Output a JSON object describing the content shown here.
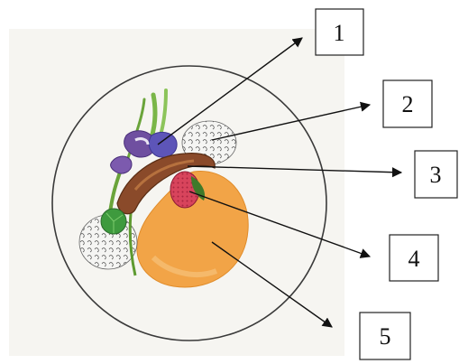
{
  "labels": [
    {
      "id": "1",
      "text": "1"
    },
    {
      "id": "2",
      "text": "2"
    },
    {
      "id": "3",
      "text": "3"
    },
    {
      "id": "4",
      "text": "4"
    },
    {
      "id": "5",
      "text": "5"
    }
  ],
  "colors": {
    "plate_outline": "#3a3a3a",
    "paper": "#f6f5f1",
    "orange_puree": "#f2a447",
    "grilled_fish": "#8a4a2a",
    "raspberry": "#d8445c",
    "eggplant": "#6f4fa0",
    "herb_green": "#6aa43a",
    "white_sauce": "#f0f0ee"
  }
}
